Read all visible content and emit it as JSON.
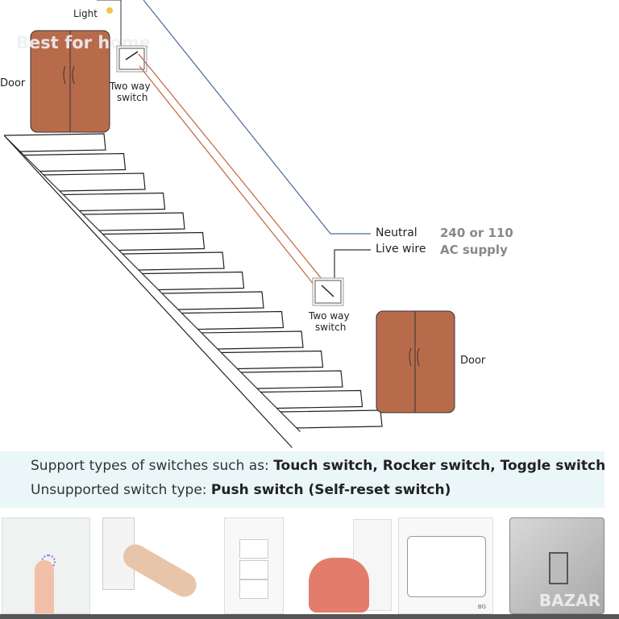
{
  "diagram": {
    "watermark": "Best for home",
    "light_label": "Light",
    "door_label_top": "Door",
    "switch_top_label_1": "Two way",
    "switch_top_label_2": "switch",
    "neutral_label": "Neutral",
    "live_label": "Live wire",
    "supply_label_1": "240 or 110",
    "supply_label_2": "AC supply",
    "switch_bottom_label_1": "Two way",
    "switch_bottom_label_2": "switch",
    "door_label_bottom": "Door",
    "colors": {
      "door": "#b86b4b",
      "neutral": "#4a6a9a",
      "live": "#c0643c",
      "supply": "#888888"
    }
  },
  "info": {
    "supported_prefix": "Support types of switches such as: ",
    "supported_types": "Touch switch, Rocker switch, Toggle switch",
    "unsupported_prefix": "Unsupported switch type: ",
    "unsupported_type": "Push switch (Self-reset switch)"
  },
  "photos": {
    "bg_logo": "BG",
    "watermark": "BAZAR"
  }
}
